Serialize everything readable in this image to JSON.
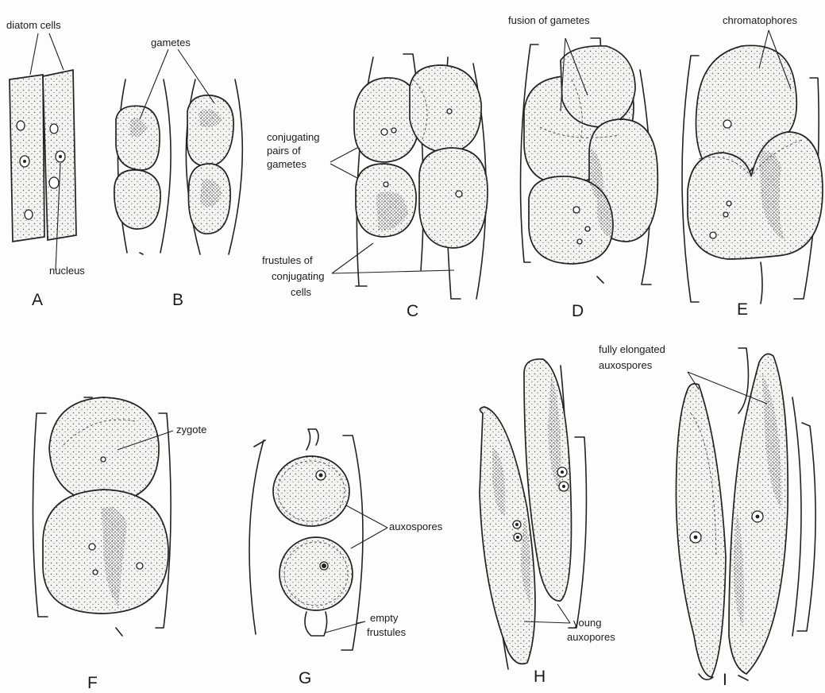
{
  "panels": [
    "A",
    "B",
    "C",
    "D",
    "E",
    "F",
    "G",
    "H",
    "I"
  ],
  "labels": {
    "diatom_cells": "diatom cells",
    "nucleus": "nucleus",
    "gametes": "gametes",
    "conjugating_line1": "conjugating",
    "conjugating_line2": "pairs of",
    "conjugating_line3": "gametes",
    "frustules_line1": "frustules of",
    "frustules_line2": "conjugating",
    "frustules_line3": "cells",
    "fusion": "fusion of gametes",
    "chromatophores": "chromatophores",
    "zygote": "zygote",
    "auxospores": "auxospores",
    "empty_line1": "empty",
    "empty_line2": "frustules",
    "young_line1": "young",
    "young_line2": "auxopores",
    "fully_line1": "fully elongated",
    "fully_line2": "auxospores"
  }
}
